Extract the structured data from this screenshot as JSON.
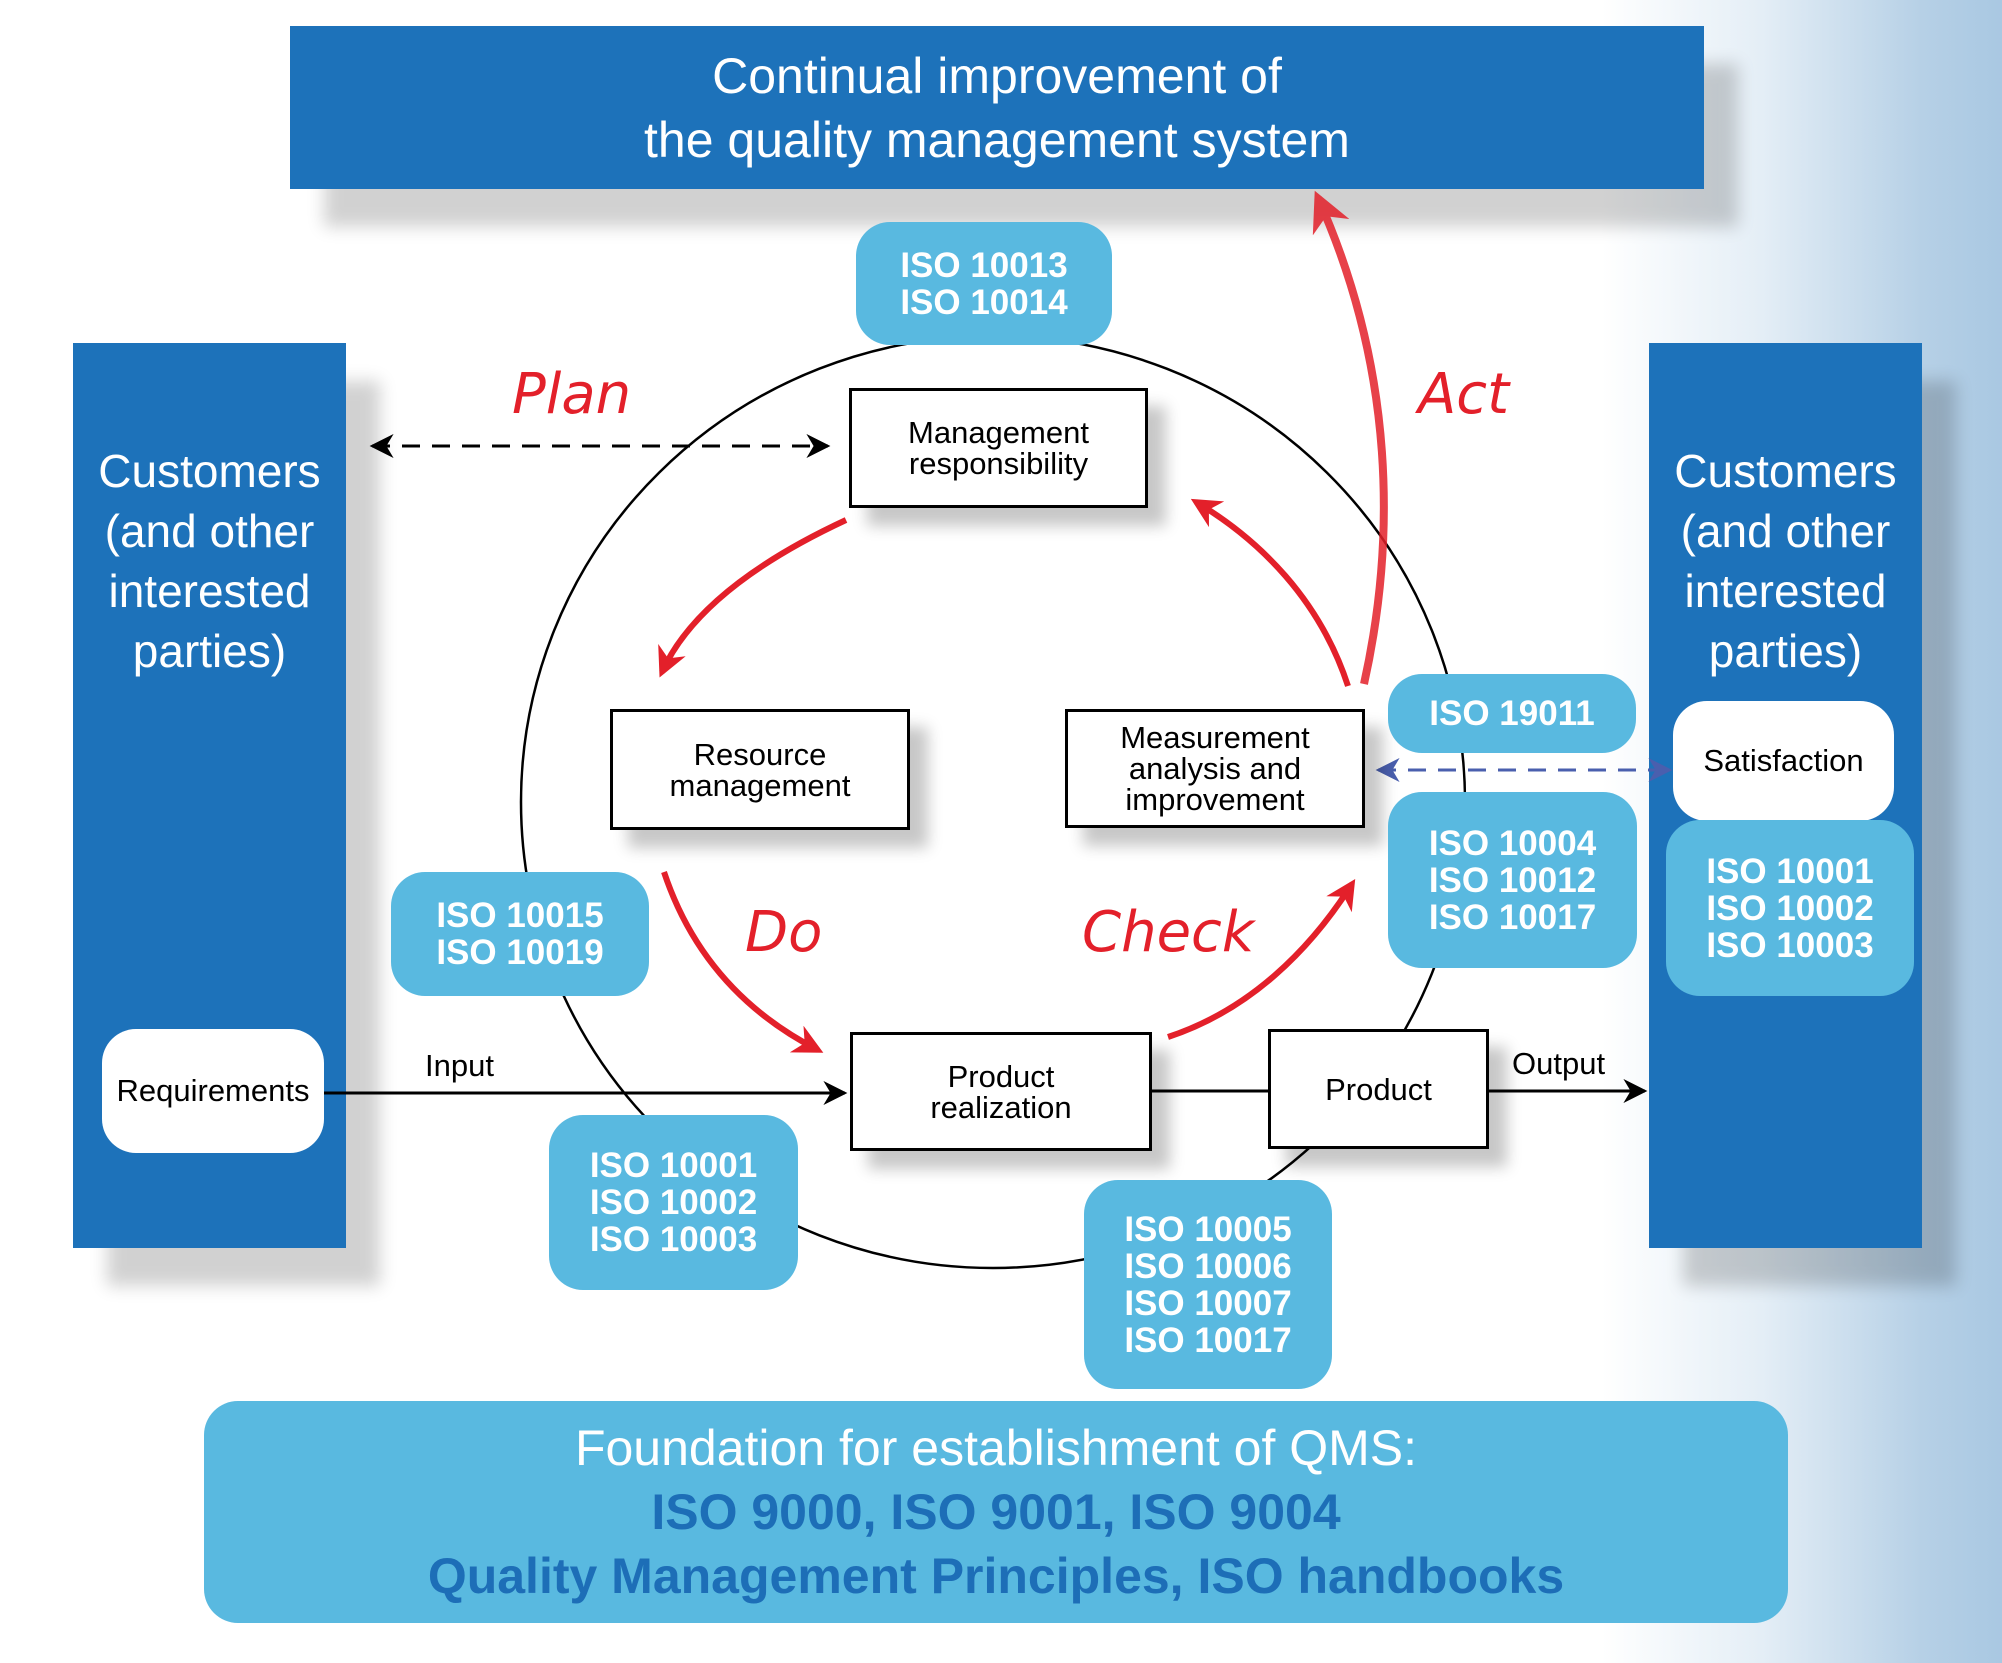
{
  "title": {
    "line1": "Continual improvement of",
    "line2": "the quality management system"
  },
  "customers_left": {
    "lines": [
      "Customers",
      "(and other",
      "interested",
      "parties)"
    ],
    "requirements": "Requirements"
  },
  "customers_right": {
    "lines": [
      "Customers",
      "(and other",
      "interested",
      "parties)"
    ],
    "satisfaction": "Satisfaction"
  },
  "pdca": {
    "plan": "Plan",
    "do": "Do",
    "check": "Check",
    "act": "Act"
  },
  "process_boxes": {
    "management": [
      "Management",
      "responsibility"
    ],
    "resource": [
      "Resource",
      "management"
    ],
    "measurement": [
      "Measurement",
      "analysis and",
      "improvement"
    ],
    "realization": [
      "Product",
      "realization"
    ],
    "product": "Product"
  },
  "flow_labels": {
    "input": "Input",
    "output": "Output"
  },
  "iso_groups": {
    "management": [
      "ISO 10013",
      "ISO 10014"
    ],
    "audit": [
      "ISO 19011"
    ],
    "measurement": [
      "ISO 10004",
      "ISO 10012",
      "ISO 10017"
    ],
    "satisfaction": [
      "ISO 10001",
      "ISO 10002",
      "ISO 10003"
    ],
    "resource": [
      "ISO 10015",
      "ISO 10019"
    ],
    "input": [
      "ISO 10001",
      "ISO 10002",
      "ISO 10003"
    ],
    "realization": [
      "ISO 10005",
      "ISO 10006",
      "ISO 10007",
      "ISO 10017"
    ]
  },
  "foundation": {
    "line1": "Foundation for establishment of QMS:",
    "line2": "ISO 9000, ISO 9001, ISO 9004",
    "line3": "Quality Management Principles, ISO handbooks"
  },
  "colors": {
    "dark_blue": "#1d72ba",
    "light_blue": "#59b9e0",
    "red": "#e3202a",
    "dashed_blue": "#4a5fae"
  }
}
